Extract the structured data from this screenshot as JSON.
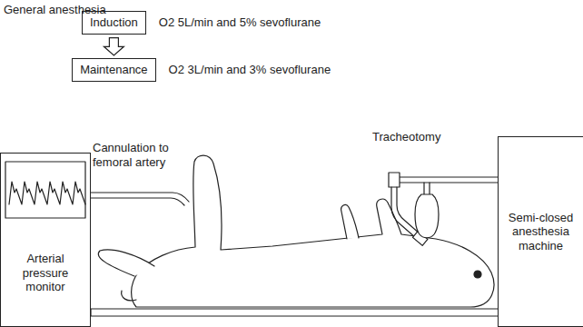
{
  "diagram": {
    "nodes": [
      {
        "text": [
          "Induction"
        ]
      },
      {
        "text": [
          "Maintenance"
        ]
      },
      {
        "text": [
          "Arterial pressure monitor"
        ]
      },
      {
        "text": [
          "Semi-closed anesthesia machine"
        ]
      }
    ],
    "edges": [
      {
        "from": 0,
        "to": 1,
        "arrow": "to"
      }
    ],
    "labels": [
      "General anesthesia",
      "O2 5L/min and 5% sevoflurane",
      "O2 3L/min and 3% sevoflurane",
      "Cannulation to femoral artery",
      "Tracheotomy"
    ]
  }
}
